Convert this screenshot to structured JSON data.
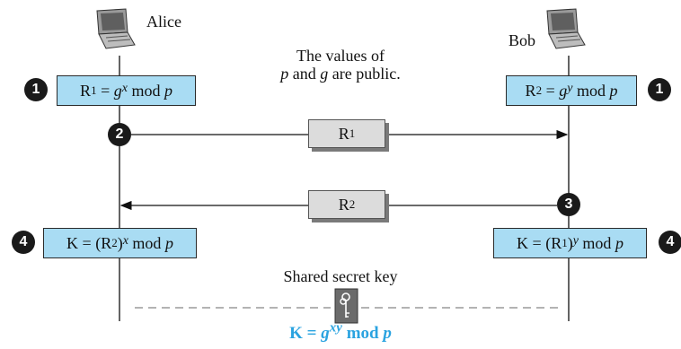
{
  "parties": {
    "alice": "Alice",
    "bob": "Bob"
  },
  "note": {
    "line1": "The values of",
    "p": "p",
    "and": " and ",
    "g": "g",
    "rest": " are public."
  },
  "steps": {
    "one": "1",
    "two": "2",
    "three": "3",
    "four": "4"
  },
  "alice_compute": {
    "r": "R",
    "sub": "1",
    "eq": " = ",
    "g": "g",
    "exp": "x",
    "mod": " mod ",
    "p": "p"
  },
  "bob_compute": {
    "r": "R",
    "sub": "2",
    "eq": " = ",
    "g": "g",
    "exp": "y",
    "mod": " mod ",
    "p": "p"
  },
  "messages": {
    "to_bob": {
      "r": "R",
      "sub": "1"
    },
    "to_alice": {
      "r": "R",
      "sub": "2"
    }
  },
  "alice_key": {
    "k": "K = (R",
    "sub": "2",
    "close": ")",
    "exp": "x",
    "mod": " mod ",
    "p": "p"
  },
  "bob_key": {
    "k": "K = (R",
    "sub": "1",
    "close": ")",
    "exp": "y",
    "mod": " mod ",
    "p": "p"
  },
  "shared": {
    "label": "Shared secret key"
  },
  "final_key": {
    "k": "K = ",
    "g": "g",
    "exp": "xy",
    "mod": " mod ",
    "p": "p"
  },
  "colors": {
    "box": "#a9dcf3",
    "message": "#dcdcdc",
    "final": "#2aa3e0",
    "step": "#1a1a1a"
  },
  "icons": {
    "computer": "laptop-icon",
    "key": "key-icon"
  }
}
